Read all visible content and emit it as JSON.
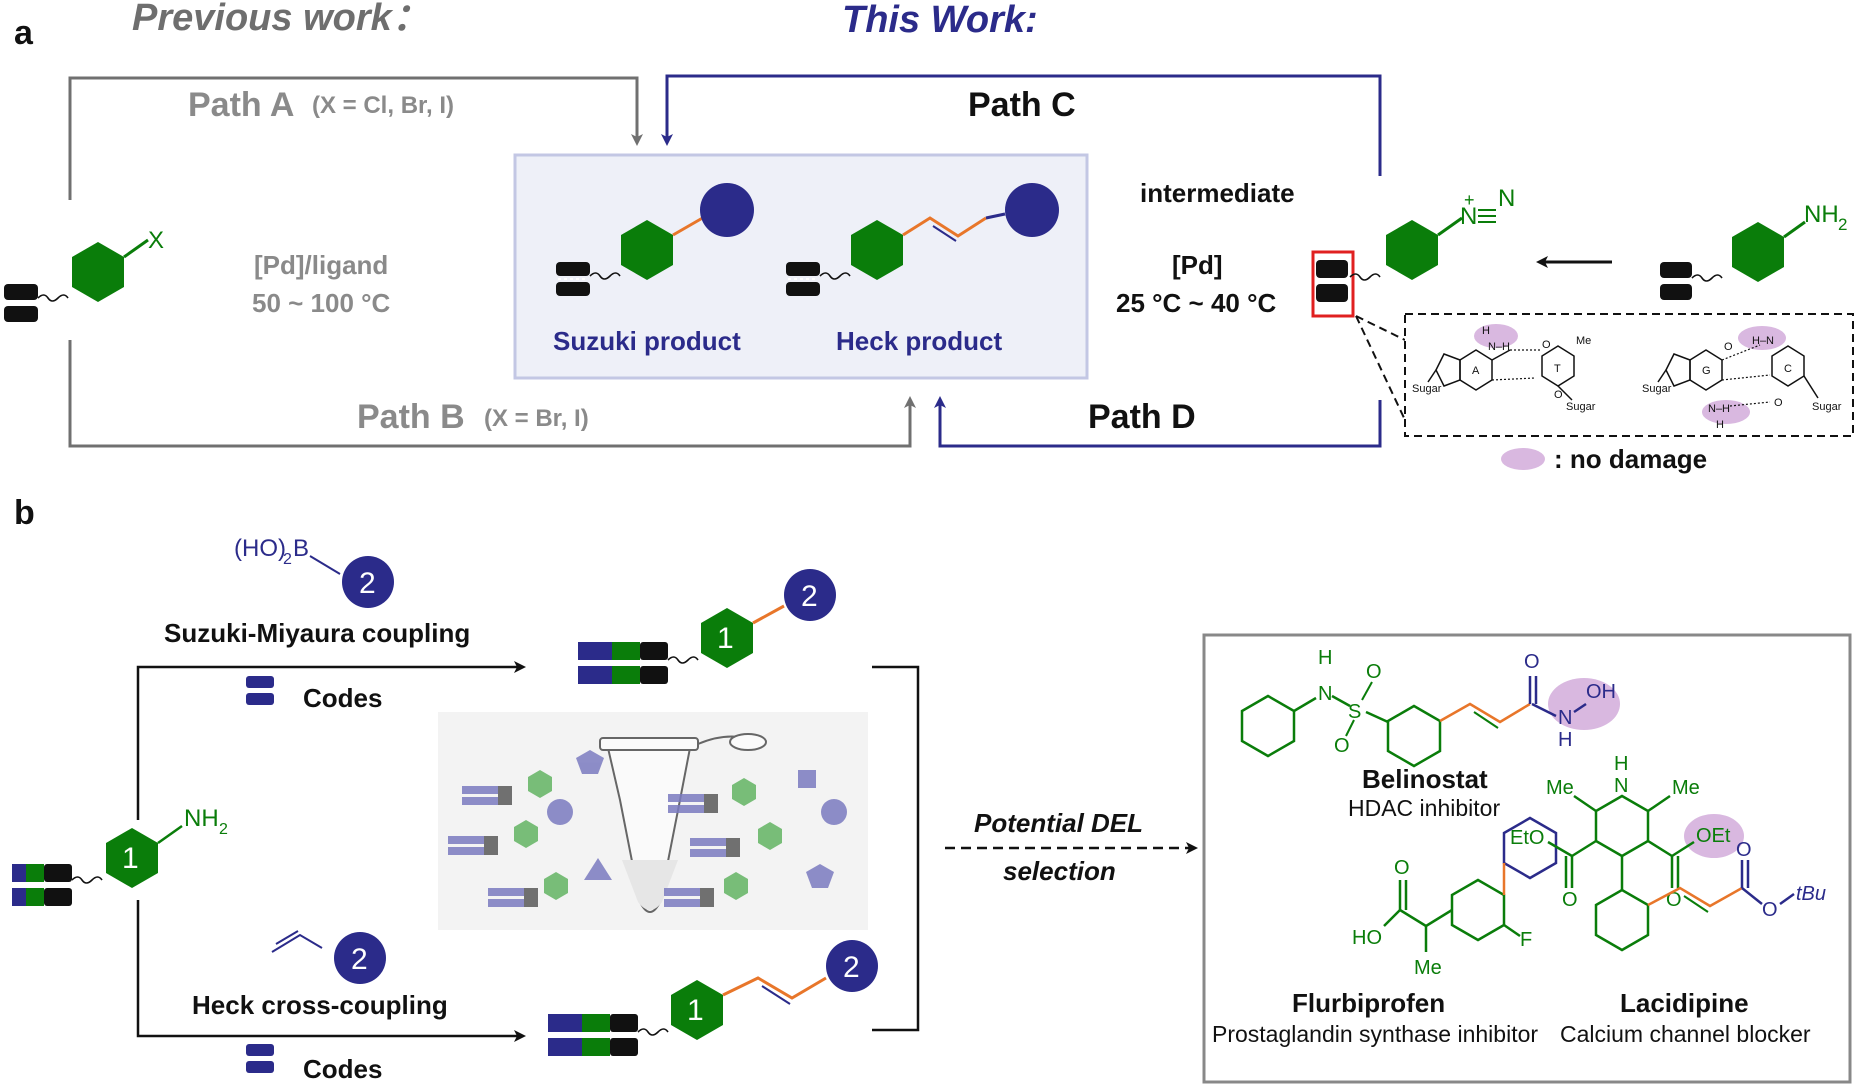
{
  "panel_a": {
    "letter": "a",
    "previous_work": "Previous work：",
    "this_work": "This Work:",
    "path_a": "Path A",
    "path_a_cond": "(X = Cl, Br, I)",
    "path_b": "Path B",
    "path_b_cond": "(X = Br, I)",
    "path_c": "Path C",
    "path_d": "Path D",
    "pd_ligand": "[Pd]/ligand",
    "temp_previous": "50 ~ 100 °C",
    "pd": "[Pd]",
    "temp_this": "25 °C ~ 40 °C",
    "suzuki_product": "Suzuki product",
    "heck_product": "Heck product",
    "intermediate": "intermediate",
    "x_label": "X",
    "nh2_label": "NH",
    "nh2_sub": "2",
    "diazo_n1": "N",
    "diazo_plus": "+",
    "diazo_n2": "N",
    "no_damage": ": no damage",
    "base_pairs": {
      "sugar": "Sugar",
      "a": "A",
      "t": "T",
      "g": "G",
      "c": "C",
      "h": "H",
      "n_h": "N–H",
      "h_n": "H–N",
      "o": "O",
      "me": "Me"
    }
  },
  "panel_b": {
    "letter": "b",
    "boronic_ho": "(HO)",
    "boronic_sub": "2",
    "boronic_b": "B",
    "suzuki_coupling": "Suzuki-Miyaura coupling",
    "heck_coupling": "Heck cross-coupling",
    "codes": "Codes",
    "num1": "1",
    "num2": "2",
    "nh2": "NH",
    "nh2_sub": "2",
    "potential_del": "Potential DEL",
    "selection": "selection",
    "drugs": {
      "belinostat": "Belinostat",
      "belinostat_desc": "HDAC inhibitor",
      "flurbiprofen": "Flurbiprofen",
      "flurbiprofen_desc": "Prostaglandin synthase inhibitor",
      "lacidipine": "Lacidipine",
      "lacidipine_desc": "Calcium channel blocker"
    },
    "atoms": {
      "h": "H",
      "n": "N",
      "s": "S",
      "o": "O",
      "oh": "OH",
      "me": "Me",
      "eto": "EtO",
      "oet": "OEt",
      "ho": "HO",
      "f": "F",
      "tbu": "tBu"
    }
  },
  "colors": {
    "gray_path": "#707070",
    "blue": "#2b2b8a",
    "green": "#0a7d0a",
    "orange": "#e8762a",
    "red": "#e02020",
    "pink": "#d9b8e0",
    "box_fill": "#eef0f8",
    "box_border": "#c3c7e4"
  }
}
